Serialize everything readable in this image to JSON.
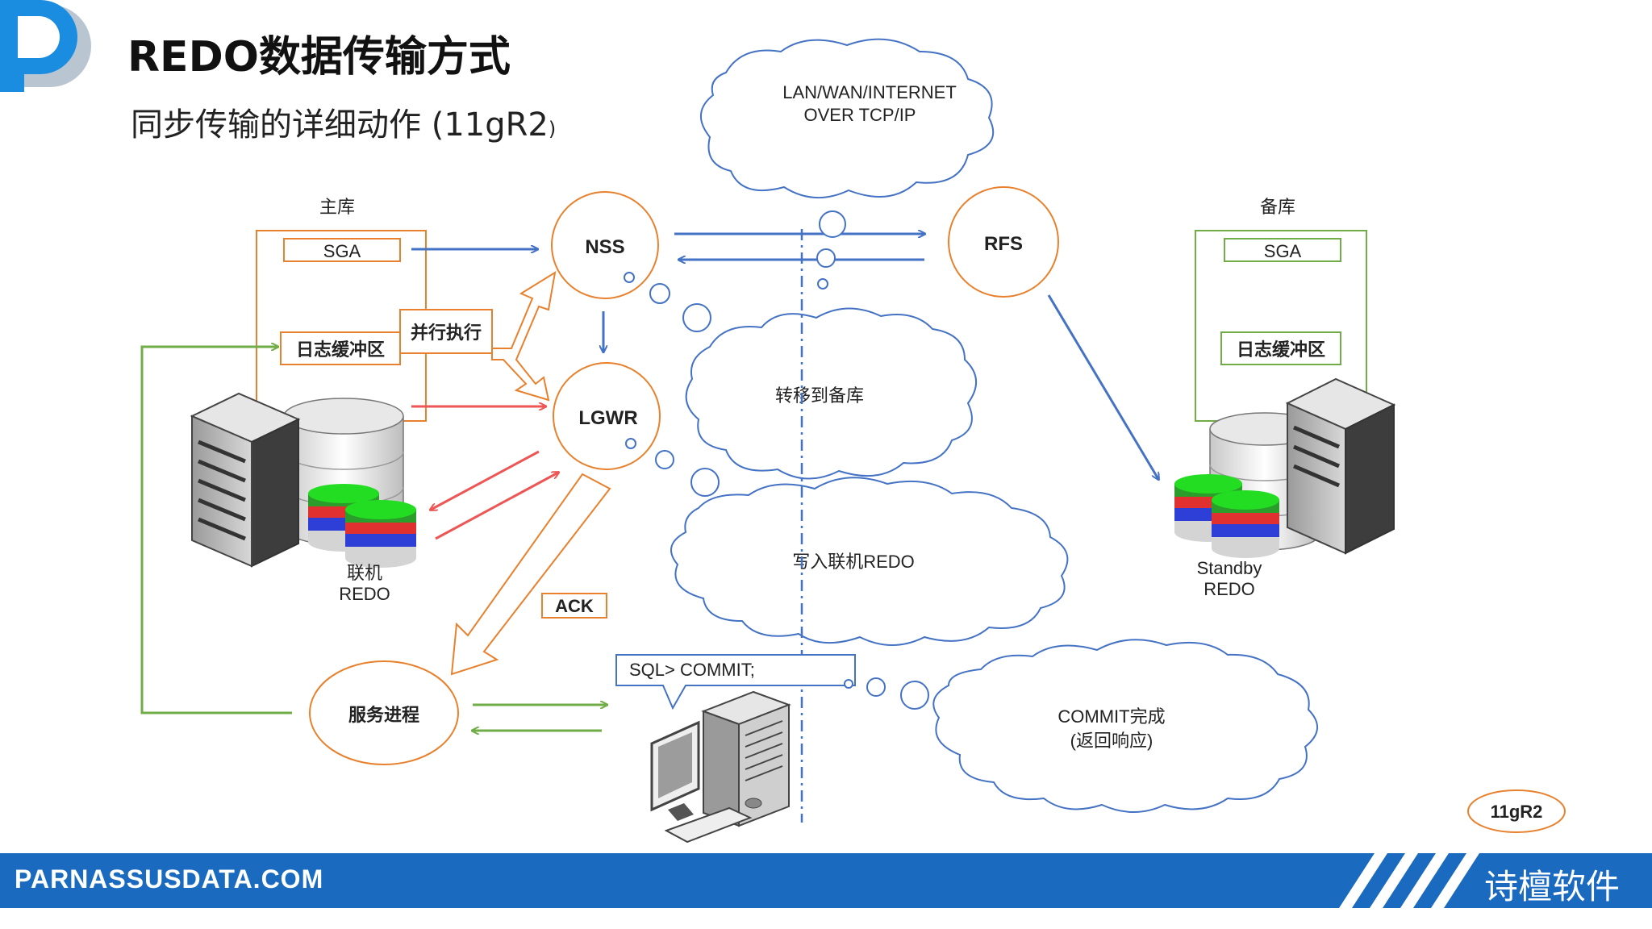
{
  "header": {
    "title": "REDO数据传输方式",
    "subtitle": "同步传输的详细动作 (11gR2",
    "subtitle_tail": ")"
  },
  "primary": {
    "label": "主库",
    "sga": "SGA",
    "log_buffer": "日志缓冲区",
    "parallel": "并行执行",
    "redo_line1": "联机",
    "redo_line2": "REDO"
  },
  "standby": {
    "label": "备库",
    "sga": "SGA",
    "log_buffer": "日志缓冲区",
    "redo_line1": "Standby",
    "redo_line2": "REDO"
  },
  "processes": {
    "nss": "NSS",
    "lgwr": "LGWR",
    "rfs": "RFS",
    "server": "服务进程",
    "ack": "ACK"
  },
  "clouds": {
    "network_line1": "LAN/WAN/INTERNET",
    "network_line2": "OVER TCP/IP",
    "transfer": "转移到备库",
    "write": "写入联机REDO",
    "commit_line1": "COMMIT完成",
    "commit_line2": "(返回响应)"
  },
  "client": {
    "sql": "SQL> COMMIT;"
  },
  "version_badge": "11gR2",
  "footer": {
    "site": "PARNASSUSDATA.COM",
    "brand": "诗檀软件"
  },
  "colors": {
    "orange": "#e8812e",
    "blue": "#4472c4",
    "red": "#ee5555",
    "green": "#70ad47",
    "footer": "#1a6bbf"
  }
}
